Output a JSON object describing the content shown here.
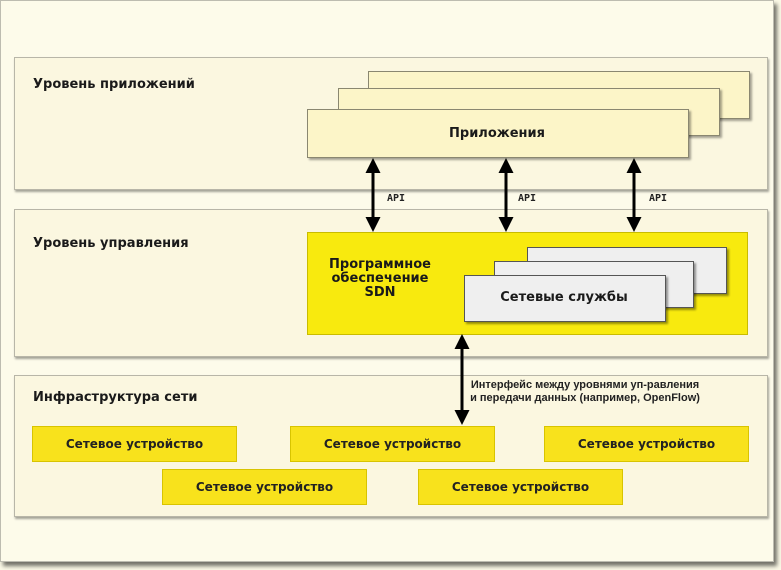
{
  "layers": {
    "applications": {
      "title": "Уровень приложений"
    },
    "control": {
      "title": "Уровень управления"
    },
    "infrastructure": {
      "title": "Инфраструктура сети"
    }
  },
  "applications_box": {
    "label": "Приложения"
  },
  "sdn_software": {
    "label": "Программное обеспечение SDN"
  },
  "network_services": {
    "label": "Сетевые службы"
  },
  "api_labels": [
    "API",
    "API",
    "API"
  ],
  "interface_label": "Интерфейс между уровнями уп-равления и передачи данных (например, OpenFlow)",
  "devices": [
    "Сетевое устройство",
    "Сетевое устройство",
    "Сетевое устройство",
    "Сетевое устройство",
    "Сетевое устройство"
  ]
}
